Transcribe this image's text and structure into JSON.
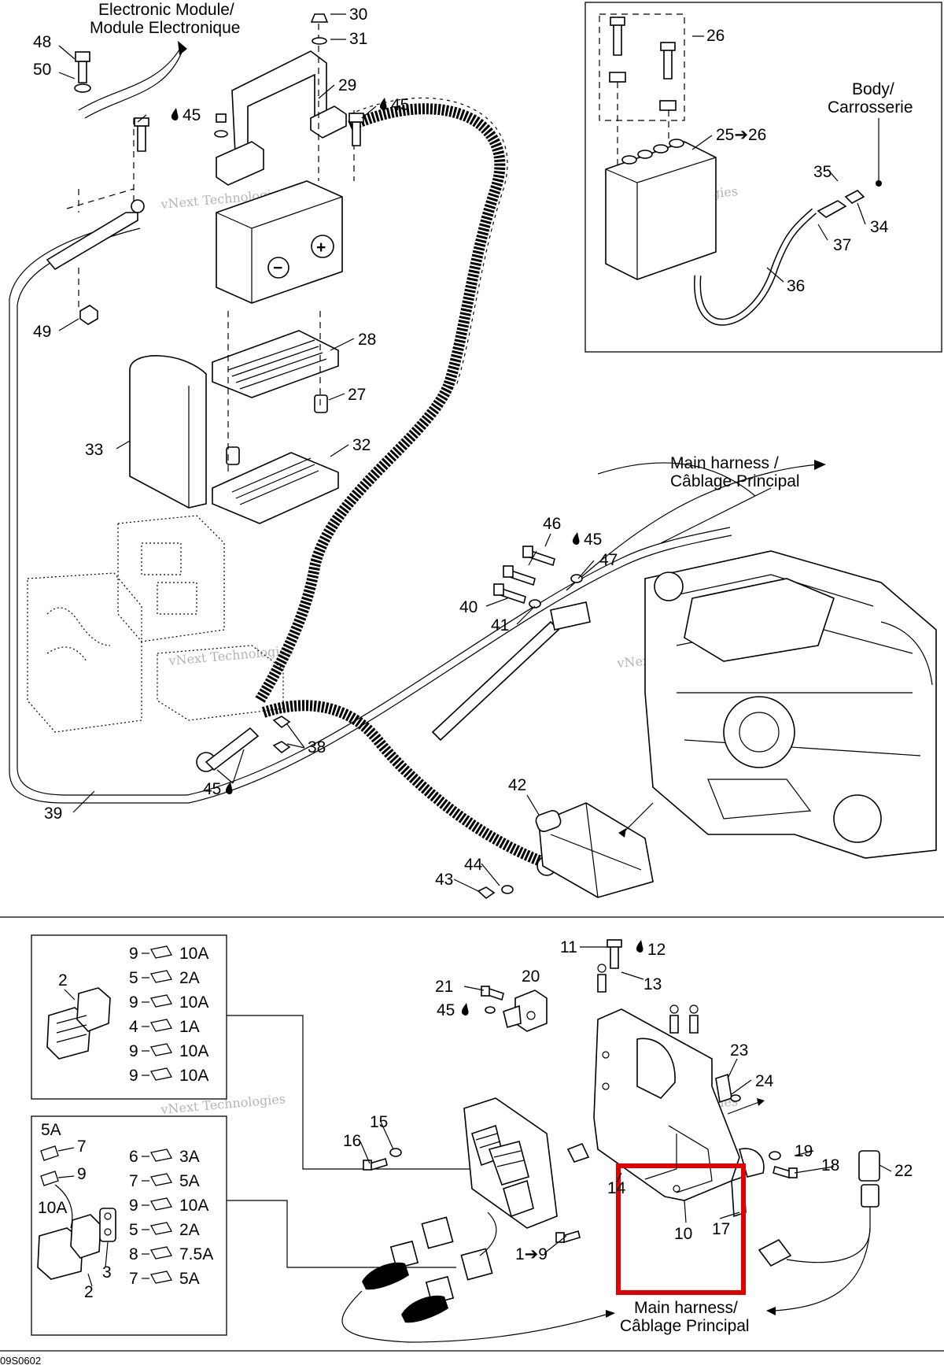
{
  "callouts": {
    "electronic_module": [
      "Electronic Module/",
      "Module Electronique"
    ],
    "body": [
      "Body/",
      "Carrosserie"
    ],
    "main_harness_top": [
      "Main harness /",
      "Câblage Principal"
    ],
    "main_harness_bottom": [
      "Main harness/",
      "Câblage Principal"
    ]
  },
  "watermark": [
    "vNext Technologies",
    "Technologies",
    "vNext"
  ],
  "figure_code": "09S0602",
  "part_numbers_top": [
    "30",
    "31",
    "48",
    "50",
    "29",
    "45",
    "45",
    "26",
    "25➔26",
    "35",
    "34",
    "37",
    "36",
    "49",
    "28",
    "27",
    "33",
    "32",
    "46",
    "45",
    "47",
    "40",
    "41",
    "38",
    "45",
    "39",
    "42",
    "44",
    "43"
  ],
  "part_numbers_bottom": [
    "11",
    "12",
    "13",
    "20",
    "21",
    "45",
    "23",
    "24",
    "15",
    "16",
    "14",
    "19",
    "18",
    "22",
    "10",
    "17",
    "1➔9",
    "2",
    "2",
    "3"
  ],
  "fuse_box_upper": {
    "box_label": "2",
    "rows": [
      {
        "pos": "9",
        "rating": "10A"
      },
      {
        "pos": "5",
        "rating": "2A"
      },
      {
        "pos": "9",
        "rating": "10A"
      },
      {
        "pos": "4",
        "rating": "1A"
      },
      {
        "pos": "9",
        "rating": "10A"
      },
      {
        "pos": "9",
        "rating": "10A"
      }
    ]
  },
  "fuse_box_lower": {
    "spare_labels": [
      "5A",
      "7",
      "9",
      "10A"
    ],
    "rows": [
      {
        "pos": "6",
        "rating": "3A"
      },
      {
        "pos": "7",
        "rating": "5A"
      },
      {
        "pos": "9",
        "rating": "10A"
      },
      {
        "pos": "5",
        "rating": "2A"
      },
      {
        "pos": "8",
        "rating": "7.5A"
      },
      {
        "pos": "7",
        "rating": "5A"
      }
    ]
  },
  "colors": {
    "highlight": "#e00000"
  }
}
